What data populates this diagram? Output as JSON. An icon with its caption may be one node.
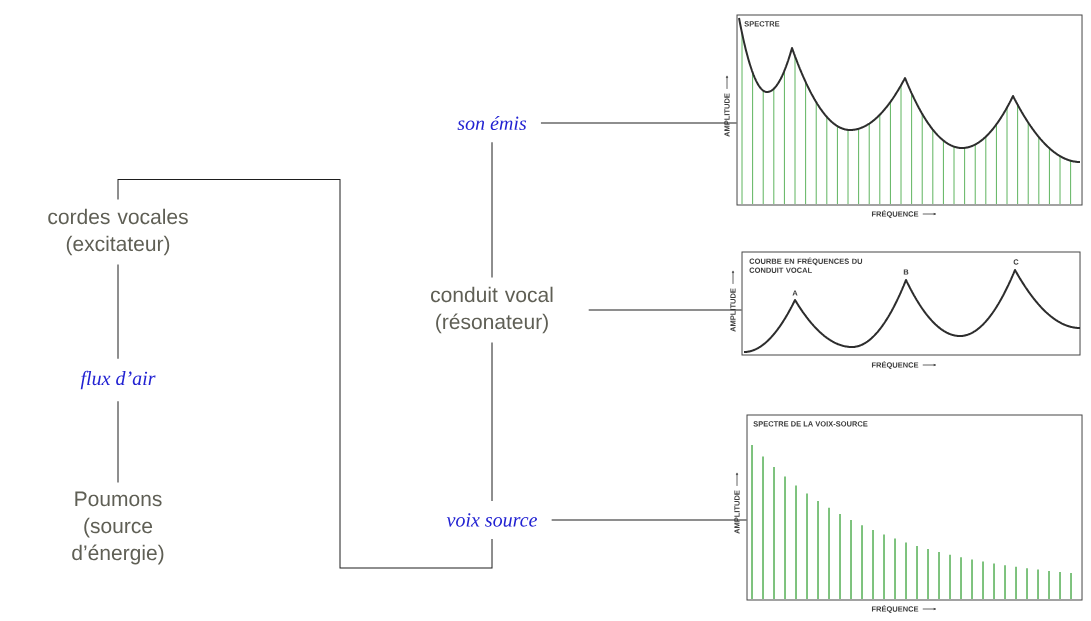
{
  "diagram": {
    "nodes": [
      {
        "text": [
          "cordes vocales (excitateur)"
        ]
      },
      {
        "text": [
          "flux d’air"
        ]
      },
      {
        "text": [
          "Poumons (source d’énergie)"
        ]
      },
      {
        "text": [
          "son émis"
        ]
      },
      {
        "text": [
          "conduit vocal (résonateur)"
        ]
      },
      {
        "text": [
          "voix source"
        ]
      },
      {
        "text": [
          "SPECTRE",
          "AMPLITUDE",
          "FRÉQUENCE"
        ]
      },
      {
        "text": [
          "COURBE EN FRÉQUENCES DU CONDUIT VOCAL",
          "A",
          "B",
          "C",
          "AMPLITUDE",
          "FRÉQUENCE"
        ]
      },
      {
        "text": [
          "SPECTRE DE LA VOIX-SOURCE",
          "AMPLITUDE",
          "FRÉQUENCE"
        ]
      }
    ],
    "edges": [
      {
        "from": 0,
        "to": 1,
        "arrow": "none"
      },
      {
        "from": 1,
        "to": 2,
        "arrow": "none"
      },
      {
        "from": 0,
        "to": 5,
        "arrow": "none"
      },
      {
        "from": 3,
        "to": 4,
        "arrow": "none"
      },
      {
        "from": 4,
        "to": 5,
        "arrow": "none"
      },
      {
        "from": 3,
        "to": 6,
        "arrow": "none"
      },
      {
        "from": 4,
        "to": 7,
        "arrow": "none"
      },
      {
        "from": 5,
        "to": 8,
        "arrow": "none"
      }
    ]
  }
}
